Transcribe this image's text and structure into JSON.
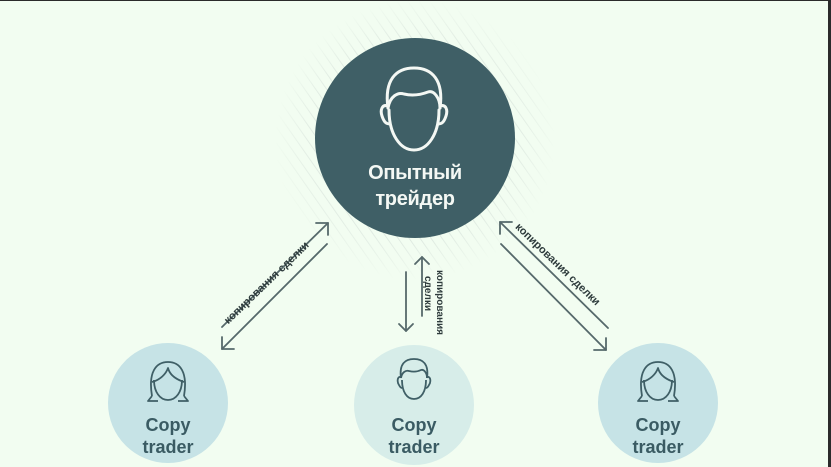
{
  "center_node": {
    "label_line1": "Опытный",
    "label_line2": "трейдер",
    "icon": "male-head-icon",
    "color": "#3f5f66"
  },
  "links": [
    {
      "id": "left",
      "label": "копирования сделки",
      "direction": "bidirectional"
    },
    {
      "id": "middle",
      "label_line1": "копирования",
      "label_line2": "сделки",
      "direction": "bidirectional"
    },
    {
      "id": "right",
      "label": "копирования сделки",
      "direction": "bidirectional"
    }
  ],
  "followers": [
    {
      "id": "left",
      "label_line1": "Copy",
      "label_line2": "trader",
      "icon": "female-head-icon",
      "color": "#c6e3e6"
    },
    {
      "id": "middle",
      "label_line1": "Copy",
      "label_line2": "trader",
      "icon": "male-head-icon",
      "color": "#d7ede9"
    },
    {
      "id": "right",
      "label_line1": "Copy",
      "label_line2": "trader",
      "icon": "female-head-icon",
      "color": "#c6e3e6"
    }
  ]
}
